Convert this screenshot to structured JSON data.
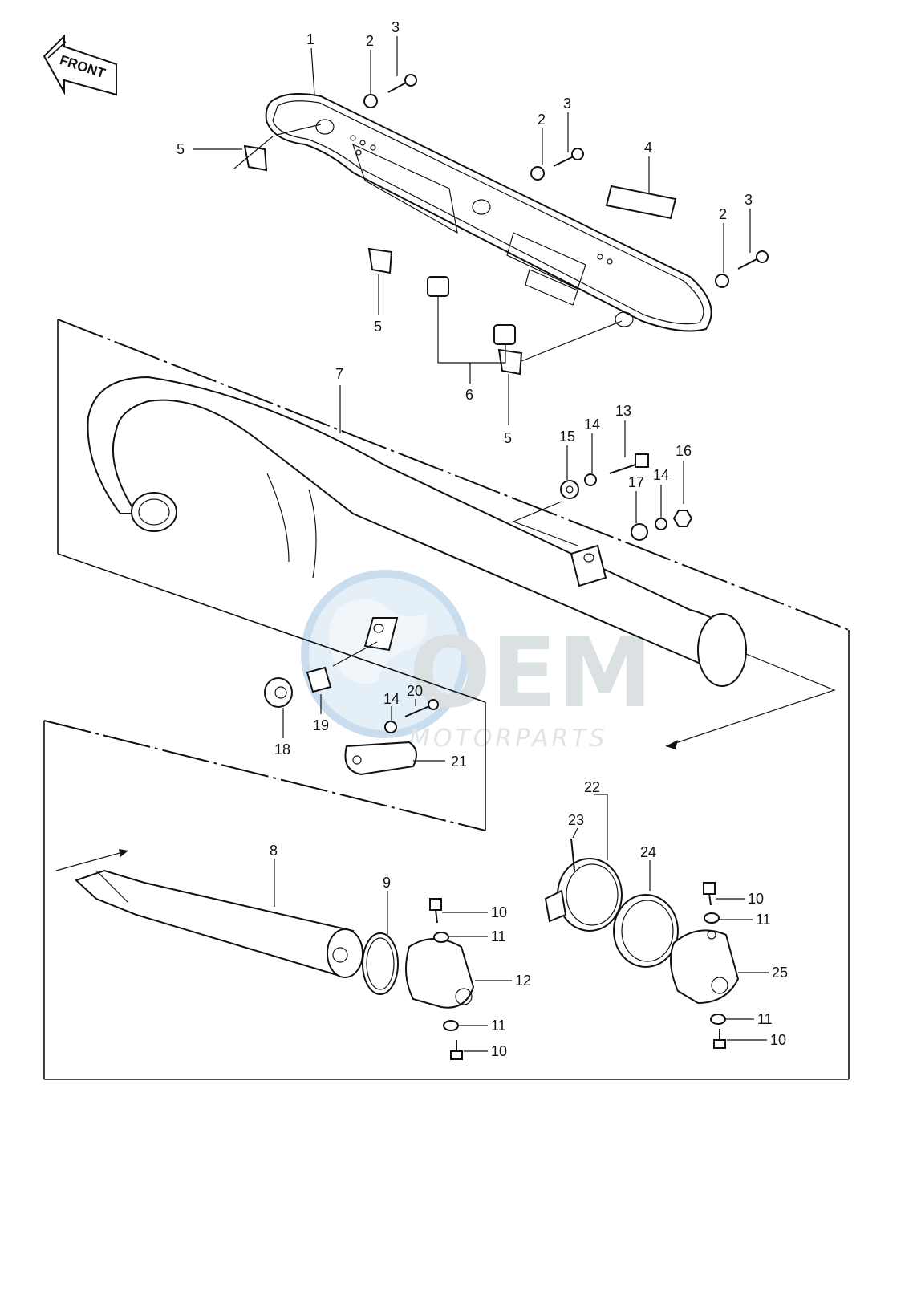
{
  "front_label": "FRONT",
  "watermark": {
    "brand": "OEM",
    "sub": "MOTORPARTS"
  },
  "callouts": {
    "c1": "1",
    "c2a": "2",
    "c2b": "2",
    "c2c": "2",
    "c3a": "3",
    "c3b": "3",
    "c3c": "3",
    "c4": "4",
    "c5a": "5",
    "c5b": "5",
    "c5c": "5",
    "c6": "6",
    "c7": "7",
    "c8": "8",
    "c9": "9",
    "c10a": "10",
    "c10b": "10",
    "c10c": "10",
    "c10d": "10",
    "c11a": "11",
    "c11b": "11",
    "c11c": "11",
    "c11d": "11",
    "c12": "12",
    "c13": "13",
    "c14a": "14",
    "c14b": "14",
    "c14c": "14",
    "c15": "15",
    "c16": "16",
    "c17": "17",
    "c18": "18",
    "c19": "19",
    "c20": "20",
    "c21": "21",
    "c22": "22",
    "c23": "23",
    "c24": "24",
    "c25": "25"
  },
  "colors": {
    "line": "#111111",
    "watermark_blue": "#9fc3e3",
    "watermark_grey": "#bfc7cc"
  }
}
